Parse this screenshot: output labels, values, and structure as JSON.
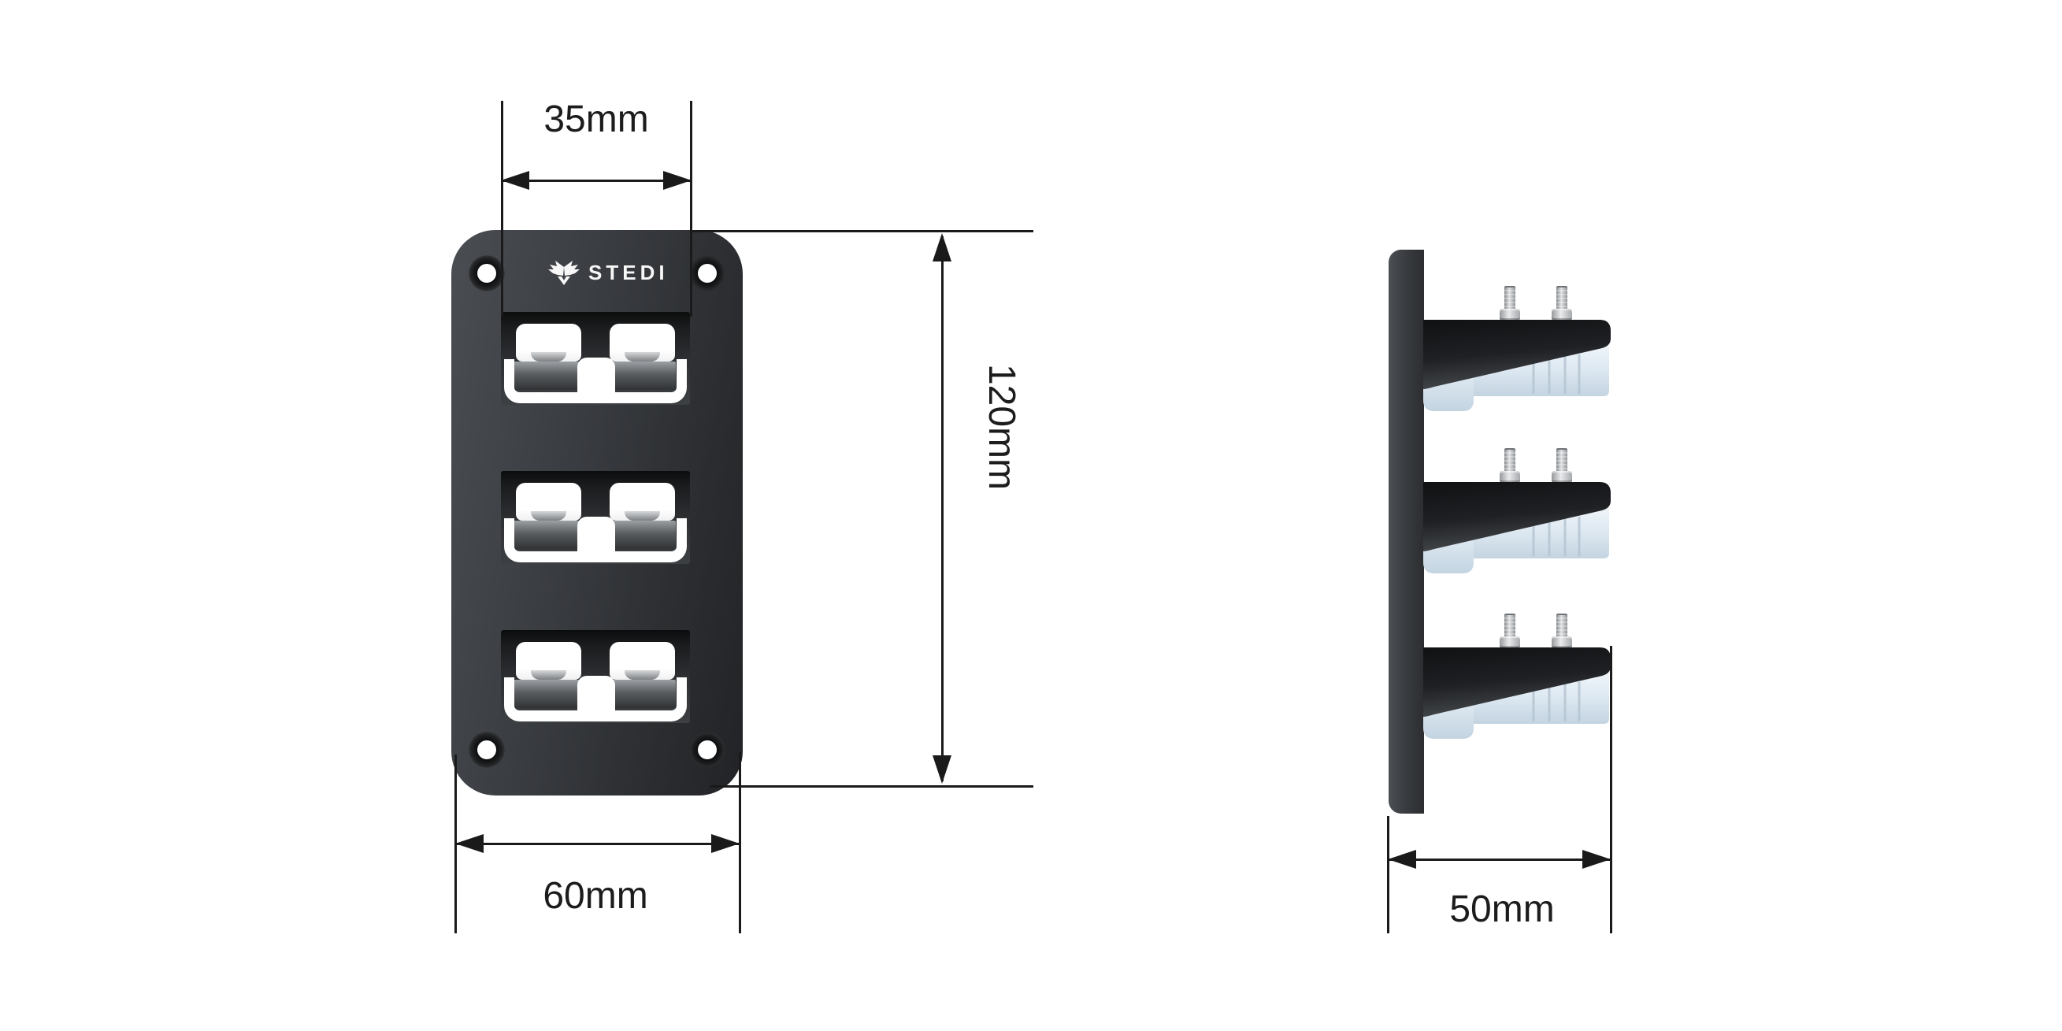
{
  "brand": {
    "logo_text": "STEDI"
  },
  "views": {
    "front": {
      "name": "front-view",
      "connector_count": 3,
      "screw_hole_count": 4,
      "dimensions": {
        "cutout_width": {
          "label": "35mm",
          "value": 35,
          "unit": "mm"
        },
        "height": {
          "label": "120mm",
          "value": 120,
          "unit": "mm"
        },
        "width": {
          "label": "60mm",
          "value": 60,
          "unit": "mm"
        }
      }
    },
    "side": {
      "name": "side-view",
      "bracket_count": 3,
      "bolts_per_bracket": 2,
      "dimensions": {
        "depth": {
          "label": "50mm",
          "value": 50,
          "unit": "mm"
        }
      }
    }
  },
  "colors": {
    "background": "#ffffff",
    "panel_dark": "#34373b",
    "recess_dark": "#1c1d1f",
    "connector_body_blue": "#d9e5ef",
    "bolt_silver": "#c9cbcd",
    "dimension_line": "#1a1a1a",
    "logo_white": "#f7f7f7"
  }
}
